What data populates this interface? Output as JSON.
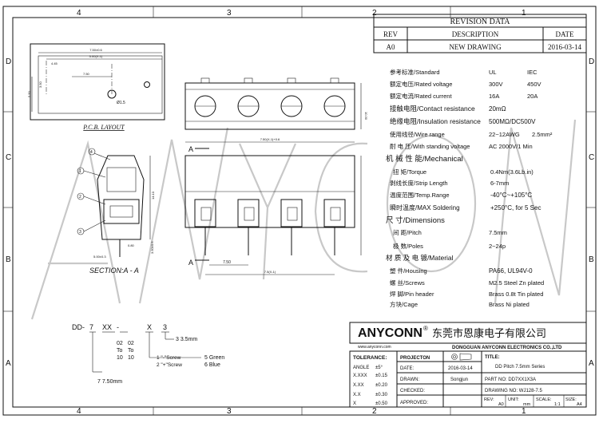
{
  "frame": {
    "col_labels": [
      "4",
      "3",
      "2",
      "1"
    ],
    "row_labels": [
      "D",
      "C",
      "B",
      "A"
    ]
  },
  "revision": {
    "title": "REVISION DATA",
    "headers": [
      "REV",
      "DESCRIPTION",
      "DATE"
    ],
    "row": {
      "rev": "A0",
      "description": "NEW DRAWING",
      "date": "2016-03-14"
    }
  },
  "pcb": {
    "caption": "P.C.B. LAYOUT",
    "dims": [
      "7.50±0.6",
      "5.00(X-1)",
      "4.45",
      "7.50",
      "Ø1.5",
      "5.50",
      "3.50"
    ]
  },
  "views": {
    "section_label": "SECTION:A - A",
    "arrow_label": "A",
    "front_dims": [
      "7.50(X-1)+0.6",
      "7.50",
      "7.5(X-1)",
      "10.30",
      "14.10",
      "3.50±0.5",
      "0.80",
      "5.00±0.3"
    ],
    "callouts": [
      "1",
      "2",
      "3",
      "4"
    ]
  },
  "specs": [
    {
      "label": "参考标准/Standard",
      "v1": "UL",
      "v2": "IEC"
    },
    {
      "label": "额定电压/Rated voltage",
      "v1": "300V",
      "v2": "450V"
    },
    {
      "label": "额定电流/Rated current",
      "v1": "16A",
      "v2": "20A"
    },
    {
      "label": "接触电阻/Contact resistance",
      "v1": "20mΩ",
      "v2": ""
    },
    {
      "label": "绝缘电阻/Insulation resistance",
      "v1": "500MΩ/DC500V",
      "v2": ""
    },
    {
      "label": "使用线径/Wire range",
      "v1": "22~12AWG",
      "v2": "2.5mm²"
    },
    {
      "label": "耐 电 压/With standing voltage",
      "v1": "AC 2000V/1 Min",
      "v2": ""
    },
    {
      "label": "机 械 性 能/Mechanical",
      "v1": "",
      "v2": "",
      "heading": true
    },
    {
      "label": "扭 矩/Torque",
      "v1": "0.4Nm(3.6Lb.in)",
      "v2": ""
    },
    {
      "label": "剥线长度/Strip Length",
      "v1": "6-7mm",
      "v2": ""
    },
    {
      "label": "温度范围/Temp.Range",
      "v1": "-40°C~+105°C",
      "v2": ""
    },
    {
      "label": "瞬时温度/MAX Soldering",
      "v1": "+250°C, for 5 Sec",
      "v2": ""
    },
    {
      "label": "尺 寸/Dimensions",
      "v1": "",
      "v2": "",
      "heading": true
    },
    {
      "label": "间 距/Pitch",
      "v1": "7.5mm",
      "v2": ""
    },
    {
      "label": "极 数/Poles",
      "v1": "2~24p",
      "v2": ""
    },
    {
      "label": "材 质 及 电 镀/Material",
      "v1": "",
      "v2": "",
      "heading": true
    },
    {
      "label": "塑 件/Housing",
      "v1": "PA66, UL94V-0",
      "v2": ""
    },
    {
      "label": "螺 丝/Screws",
      "v1": "M2.5 Steel Zn plated",
      "v2": ""
    },
    {
      "label": "焊 脚/Pin header",
      "v1": "Brass 0.8t Tin plated",
      "v2": ""
    },
    {
      "label": "方块/Cage",
      "v1": "Brass Ni plated",
      "v2": ""
    }
  ],
  "part_code": {
    "code": [
      "DD-",
      "7",
      "XX",
      "-",
      "X",
      "3"
    ],
    "option_3": "3 3.5mm",
    "poles": [
      "02",
      "To",
      "10",
      "02",
      "To",
      "10"
    ],
    "screw_1": "1 \"-\"Screw",
    "screw_2": "2 \"+\"Screw",
    "color_5": "5 Green",
    "color_6": "6 Blue",
    "pitch": "7 7.50mm"
  },
  "company": {
    "name": "ANYCONN",
    "reg": "®",
    "cn_name": "东莞市恩康电子有限公司",
    "en_name": "DONGGUAN ANYCONN ELECTRONICS CO.,LTD",
    "website": "www.anyconn.com"
  },
  "title_block": {
    "tolerance_label": "TOLERANCE:",
    "tolerances": [
      {
        "k": "ANGLE",
        "v": "±5°"
      },
      {
        "k": "X.XXX",
        "v": "±0.15"
      },
      {
        "k": "X.XX",
        "v": "±0.20"
      },
      {
        "k": "X.X",
        "v": "±0.30"
      },
      {
        "k": "X",
        "v": "±0.50"
      }
    ],
    "projection_label": "PROJECTON",
    "date_label": "DATE:",
    "date": "2016-03-14",
    "drawn_label": "DRAWN:",
    "drawn": "Songjun",
    "checked_label": "CHECKED:",
    "approved_label": "APPROVED:",
    "title_label": "TITLE:",
    "title": "DD Pitch 7.5mm Series",
    "part_no": "PART NO: DD7XX1X3A",
    "drawing_no": "DRAWING NO: WJ128-7.5",
    "rev_label": "REV:",
    "rev": "A0",
    "unit_label": "UNIT:",
    "unit": "mm",
    "scale_label": "SCALE:",
    "scale": "1:1",
    "size_label": "SIZE:",
    "size": "A4"
  },
  "watermark": "ANYCONN"
}
